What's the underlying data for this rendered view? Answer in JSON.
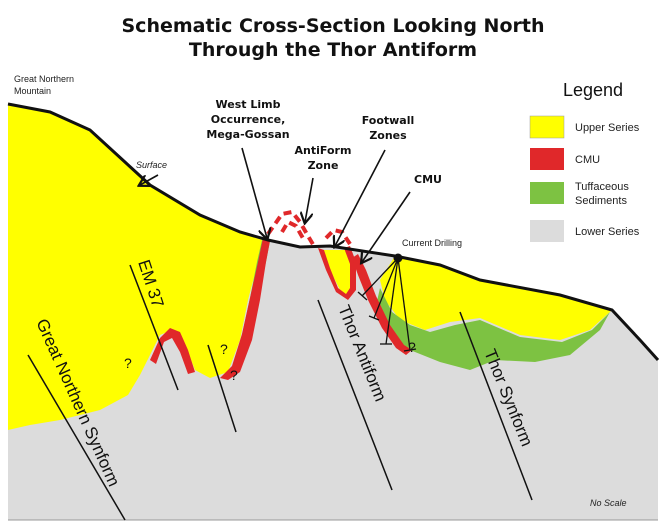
{
  "title": {
    "line1": "Schematic Cross-Section Looking North",
    "line2": "Through the Thor Antiform"
  },
  "legend": {
    "heading": "Legend",
    "items": [
      {
        "label": "Upper Series",
        "color": "#ffff00"
      },
      {
        "label": "CMU",
        "color": "#e0282a"
      },
      {
        "label": "Tuffaceous",
        "label2": "Sediments",
        "color": "#7dc242"
      },
      {
        "label": "Lower Series",
        "color": "#dcdcdc"
      }
    ]
  },
  "labels": {
    "great_northern_mountain_1": "Great Northern",
    "great_northern_mountain_2": "Mountain",
    "surface": "Surface",
    "west_limb_1": "West Limb",
    "west_limb_2": "Occurrence,",
    "west_limb_3": "Mega-Gossan",
    "antiform_zone_1": "AntiForm",
    "antiform_zone_2": "Zone",
    "footwall_1": "Footwall",
    "footwall_2": "Zones",
    "cmu": "CMU",
    "current_drilling": "Current Drilling",
    "em37": "EM 37",
    "great_northern_synform": "Great Northern Synform",
    "thor_antiform": "Thor Antiform",
    "thor_synform": "Thor Synform",
    "no_scale": "No Scale",
    "question_mark": "?"
  },
  "colors": {
    "upper_series": "#ffff00",
    "cmu": "#e0282a",
    "tuffaceous": "#7dc242",
    "lower_series": "#dcdcdc"
  }
}
